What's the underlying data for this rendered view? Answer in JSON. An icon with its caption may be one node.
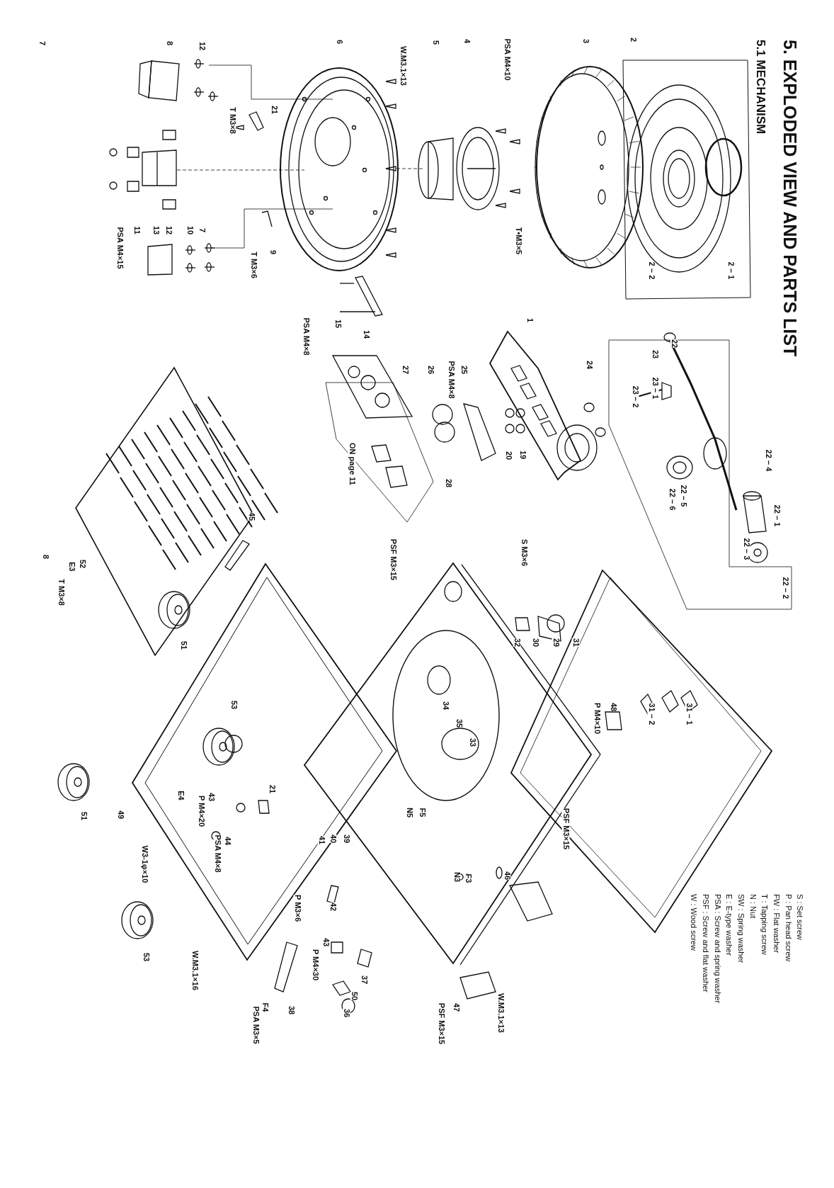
{
  "diagram": {
    "title": "5. EXPLODED VIEW AND PARTS LIST",
    "labels": [
      "5.1 MECHANISM",
      "7",
      "8",
      "12",
      "6",
      "W.M3.1×13",
      "5",
      "4",
      "PSA M4×10",
      "3",
      "2",
      "2 − 1",
      "2 − 2",
      "T•M3×5",
      "21",
      "T M3×8",
      "PSA M4×15",
      "11",
      "13",
      "12",
      "10",
      "7",
      "T M3×6",
      "9",
      "15",
      "14",
      "PSA M4×8",
      "1",
      "22",
      "23",
      "23 − 1",
      "23 − 2",
      "24",
      "27",
      "26",
      "PSA M4×8",
      "25",
      "20",
      "19",
      "22 − 4",
      "22 − 5",
      "22 − 6",
      "22 − 1",
      "22 − 3",
      "22 − 2",
      "28",
      "ON page 11",
      "45",
      "S M3×6",
      "PSF M3×15",
      "52",
      "E3",
      "T M3×8",
      "8",
      "31",
      "29",
      "30",
      "32",
      "51",
      "31 − 1",
      "31 − 2",
      "48",
      "P M4×10",
      "34",
      "35",
      "33",
      "53",
      "21",
      "E4",
      "43",
      "P M4×20",
      "49",
      "51",
      "N5",
      "F5",
      "PSF M3×15",
      "44",
      "PSA M4×8",
      "W3-1φ×10",
      "41",
      "40",
      "39",
      "46",
      "N3",
      "F3",
      "S : Set screw",
      "P : Pan head screw",
      "FW : Flat washer",
      "T : Tapping screw",
      "N : Nut",
      "SW : Spring washer",
      "E : E-type washer",
      "PSA : Screw and spring washer",
      "PSF : Screw and flat washer",
      "W : Wood screw",
      "42",
      "P M3×6",
      "53",
      "W.M3.1×16",
      "43",
      "P M4×30",
      "38",
      "F4",
      "PSA M3×5",
      "37",
      "50",
      "36",
      "47",
      "PSF M3×15",
      "W.M3.1×13"
    ]
  }
}
